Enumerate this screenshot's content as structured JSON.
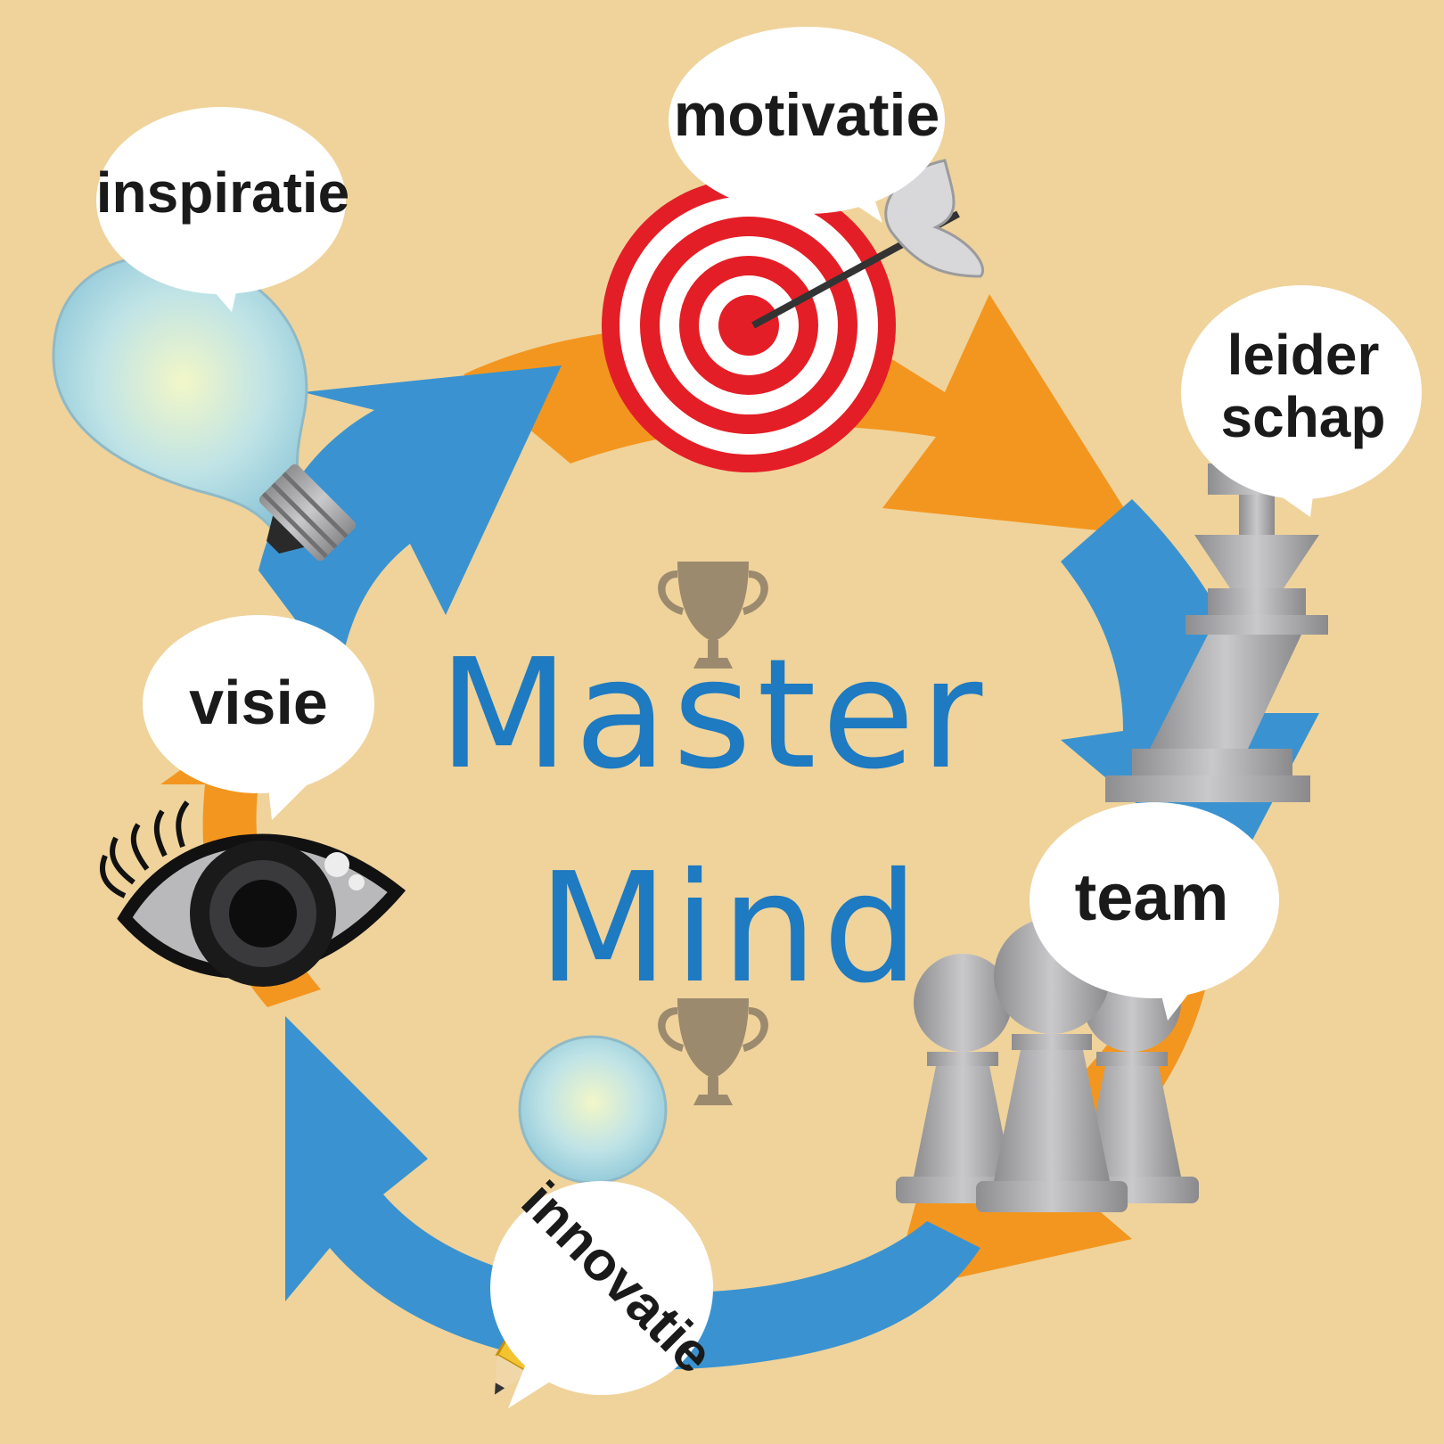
{
  "title": {
    "line1": "Master",
    "line2": "Mind",
    "color": "#1E7AC1"
  },
  "labels": {
    "inspiratie": "inspiratie",
    "motivatie": "motivatie",
    "leiderschap_1": "leider",
    "leiderschap_2": "schap",
    "visie": "visie",
    "team": "team",
    "innovatie": "innovatie"
  },
  "colors": {
    "background": "#EFD39B",
    "blue_arrow": "#3A93D0",
    "orange_arrow": "#F3961F",
    "target_red": "#E41E26",
    "chess_gray": "#9B9B9D",
    "trophy": "#9C8A6E"
  },
  "icons": [
    "light-bulb-icon",
    "target-icon",
    "chess-king-icon",
    "eye-icon",
    "pawn-team-icon",
    "small-bulb-icon",
    "pencil-icon",
    "trophy-icon"
  ]
}
